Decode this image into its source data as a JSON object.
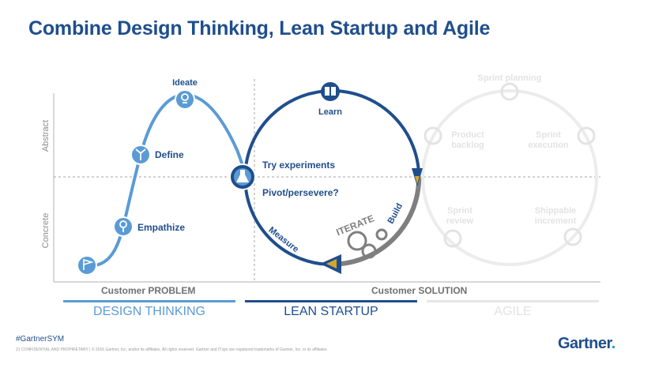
{
  "title": "Combine Design Thinking, Lean Startup and Agile",
  "colors": {
    "design_thinking": "#5b9bd5",
    "lean_startup": "#1f4e8c",
    "agile": "#e3e3e3",
    "iterate": "#7f7f7f",
    "arrow_accent": "#d4a72c"
  },
  "axes": {
    "y_top": "Abstract",
    "y_bottom": "Concrete",
    "x_left": "Customer PROBLEM",
    "x_right": "Customer SOLUTION"
  },
  "design_thinking": {
    "stages": [
      {
        "label": "Ideate",
        "icon": "lightbulb-icon"
      },
      {
        "label": "Define",
        "icon": "branch-icon"
      },
      {
        "label": "Empathize",
        "icon": "map-pin-icon"
      },
      {
        "label": "",
        "icon": "flag-icon"
      }
    ]
  },
  "lean_startup": {
    "learn": "Learn",
    "try_experiments": "Try experiments",
    "pivot": "Pivot/persevere?",
    "build": "Build",
    "measure": "Measure",
    "iterate": "ITERATE",
    "learn_icon": "book-icon",
    "experiment_icon": "flask-icon"
  },
  "agile": {
    "stages": [
      {
        "label": "Sprint planning",
        "icon": "clipboard-icon"
      },
      {
        "label": "Product backlog",
        "icon": "list-icon"
      },
      {
        "label": "Sprint execution",
        "icon": "gear-icon"
      },
      {
        "label": "Sprint review",
        "icon": "chart-icon"
      },
      {
        "label": "Shippable increment",
        "icon": "box-icon"
      }
    ]
  },
  "sections": {
    "design_thinking": "DESIGN THINKING",
    "lean_startup": "LEAN STARTUP",
    "agile": "AGILE"
  },
  "footer": {
    "hashtag": "#GartnerSYM",
    "footnote": "21   CONFIDENTIAL AND PROPRIETARY  |  © 2016 Gartner, Inc. and/or its affiliates. All rights reserved. Gartner and ITxpo are registered trademarks of Gartner, Inc. or its affiliates.",
    "logo": "Gartner",
    "logo_dot": "."
  }
}
